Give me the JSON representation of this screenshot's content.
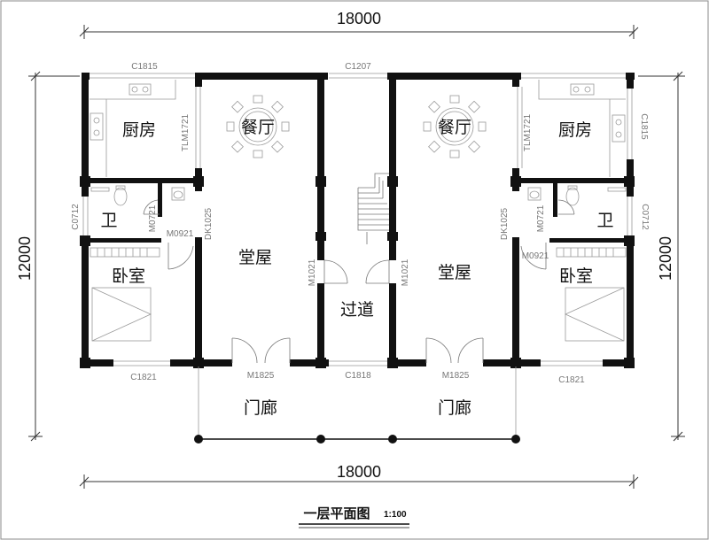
{
  "dimensions": {
    "top_width": "18000",
    "bottom_width": "18000",
    "left_height": "12000",
    "right_height": "12000"
  },
  "rooms": {
    "kitchen_left": "厨房",
    "kitchen_right": "厨房",
    "dining_left": "餐厅",
    "dining_right": "餐厅",
    "bath_left": "卫",
    "bath_right": "卫",
    "hall_left": "堂屋",
    "hall_right": "堂屋",
    "bedroom_left": "卧室",
    "bedroom_right": "卧室",
    "corridor": "过道",
    "porch_left": "门廊",
    "porch_right": "门廊"
  },
  "codes": {
    "c1815_top": "C1815",
    "c1207": "C1207",
    "c1815_right": "C1815",
    "tlm_left": "TLM1721",
    "tlm_right": "TLM1721",
    "c0712_left": "C0712",
    "c0712_right": "C0712",
    "m0721_left": "M0721",
    "m0721_right": "M0721",
    "dk_left": "DK1025",
    "dk_right": "DK1025",
    "m0921_left": "M0921",
    "m0921_right": "M0921",
    "m1021_left": "M1021",
    "m1021_right": "M1021",
    "c1821_left": "C1821",
    "c1821_right": "C1821",
    "m1825_left": "M1825",
    "m1825_right": "M1825",
    "c1818": "C1818"
  },
  "drawing_title": {
    "text": "一层平面图",
    "scale": "1:100"
  }
}
